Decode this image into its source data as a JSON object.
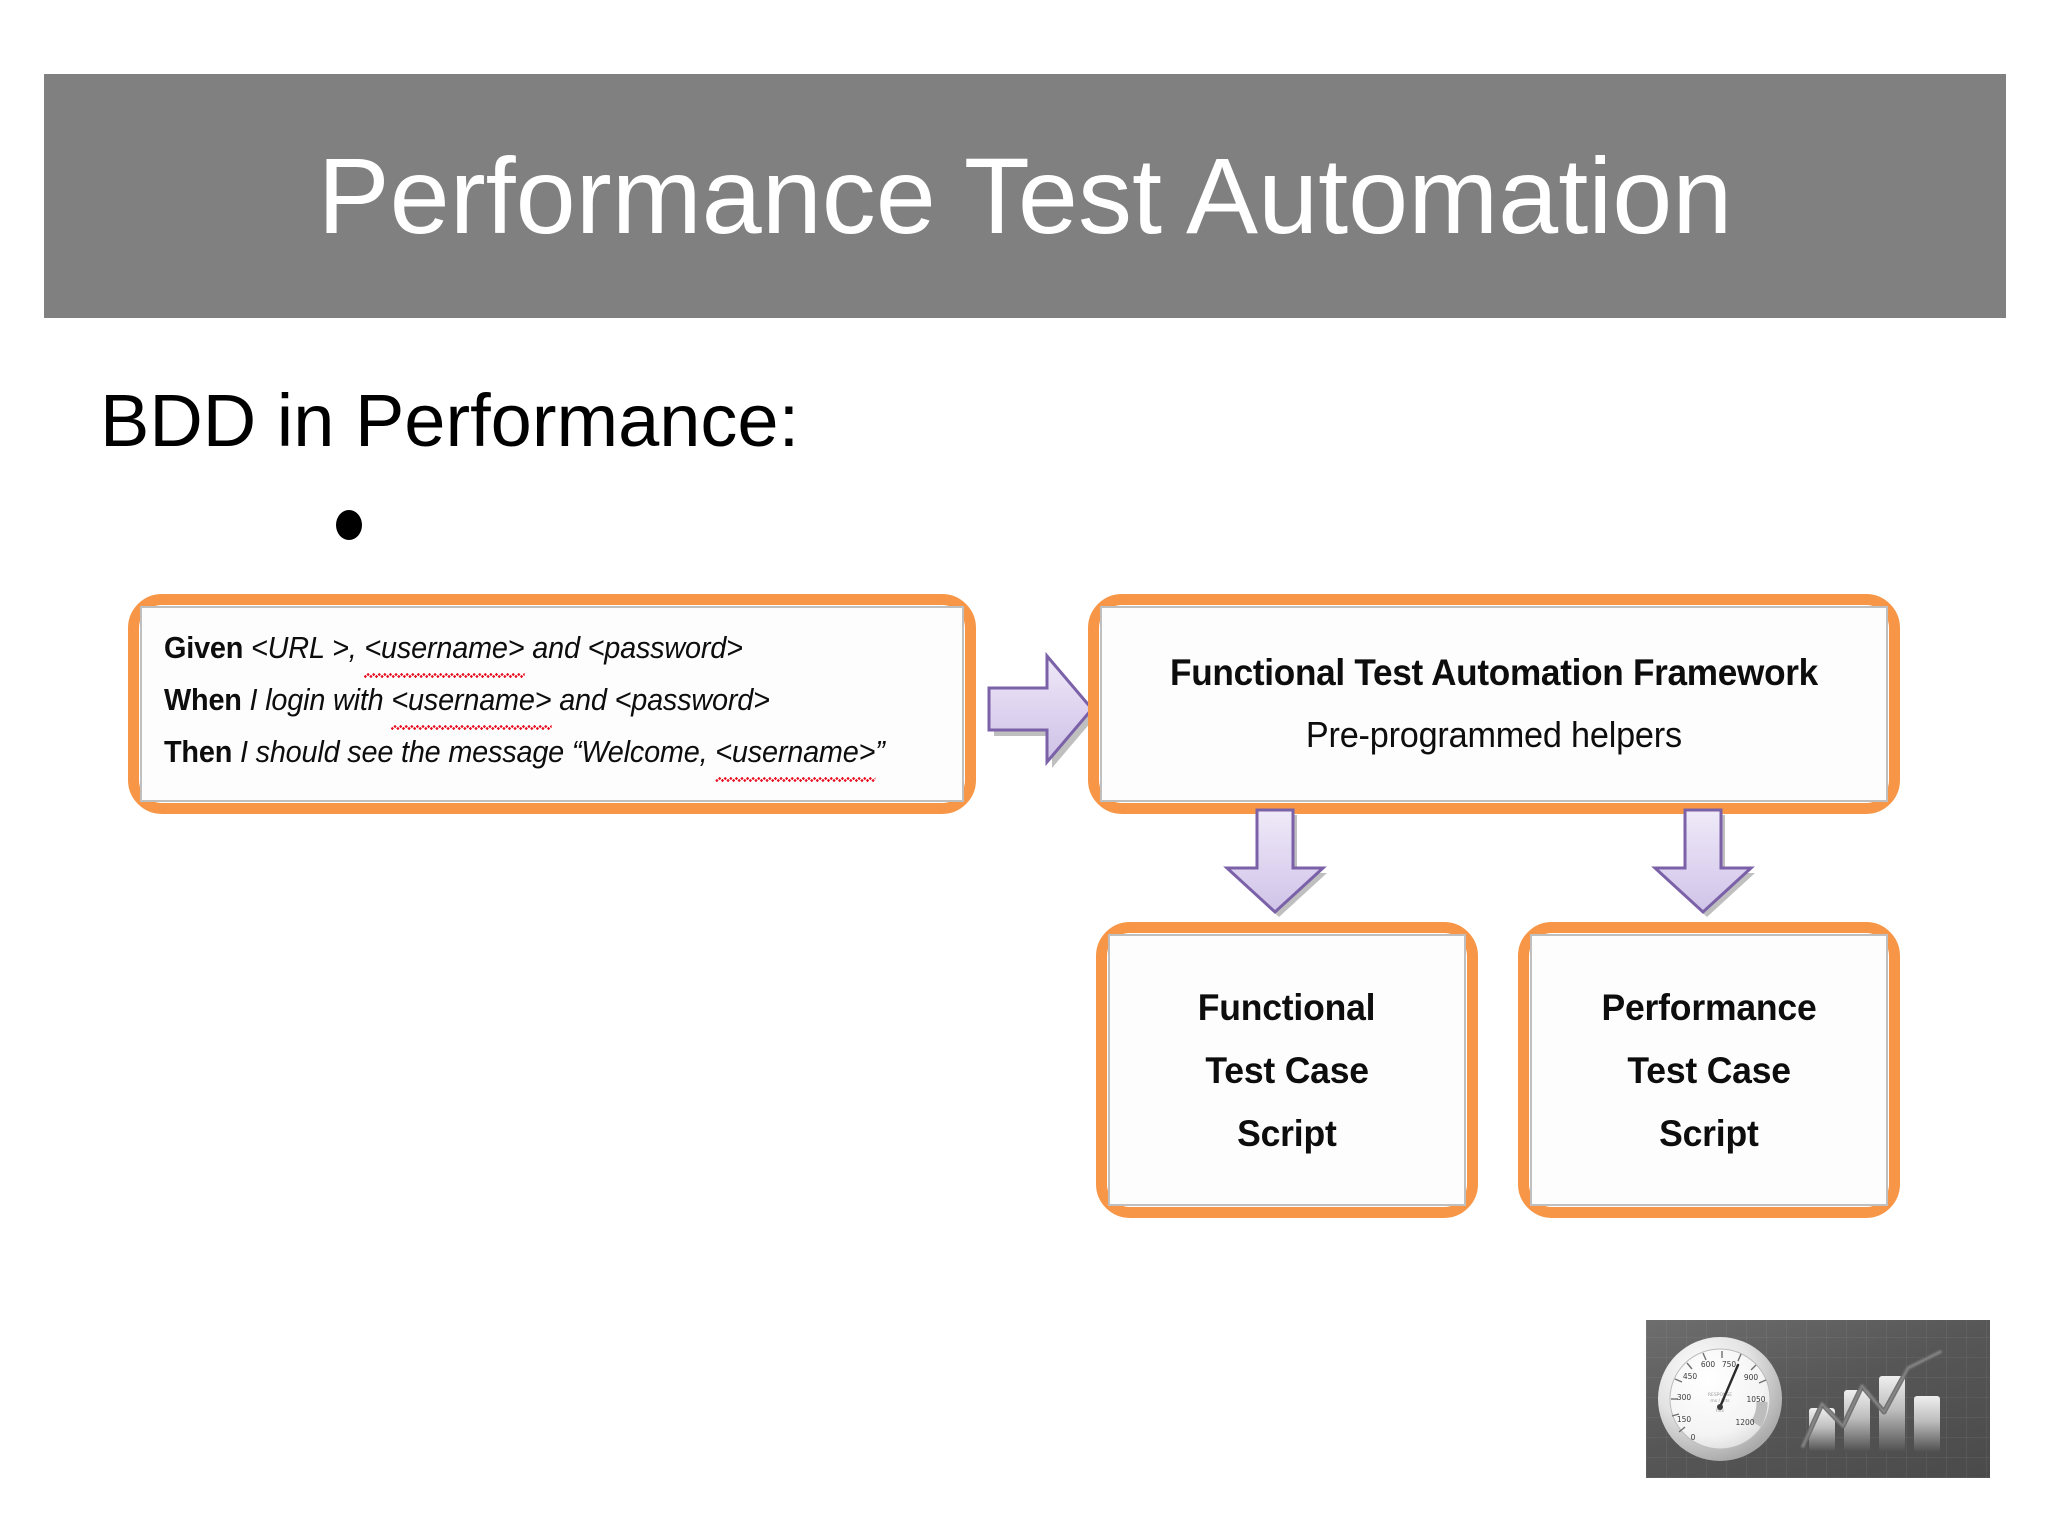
{
  "slide": {
    "title": "Performance Test Automation",
    "subheading": "BDD in Performance:",
    "bullet": "•",
    "colors": {
      "title_band": "#808080",
      "title_text": "#ffffff",
      "card_border_orange": "#F79646",
      "card_inner_border": "#BFBFBF",
      "arrow_fill": "#DFD5F0",
      "arrow_stroke": "#7B61A8",
      "spellcheck_underline": "#E81123",
      "body_text": "#0d0d0d",
      "background": "#ffffff"
    }
  },
  "gherkin": {
    "lines": [
      {
        "keyword": "Given",
        "text": " <URL >, ",
        "underlined": "<username>",
        "tail": " and <password>"
      },
      {
        "keyword": "When",
        "text": " I login with ",
        "underlined": "<username>",
        "tail": " and <password>"
      },
      {
        "keyword": "Then",
        "text": " I should see the message “Welcome, ",
        "underlined": "<username>",
        "tail": "”"
      }
    ]
  },
  "framework": {
    "title": "Functional Test Automation Framework",
    "subtitle": "Pre-programmed helpers"
  },
  "scripts": [
    {
      "lines": [
        "Functional",
        "Test Case",
        "Script"
      ]
    },
    {
      "lines": [
        "Performance",
        "Test Case",
        "Script"
      ]
    }
  ],
  "arrows": [
    {
      "name": "arrow-right-to-framework",
      "direction": "right"
    },
    {
      "name": "arrow-down-to-functional-script",
      "direction": "down"
    },
    {
      "name": "arrow-down-to-performance-script",
      "direction": "down"
    }
  ],
  "gauge_image": {
    "alt": "performance gauge and bar chart graphic",
    "gauge_tick_labels": [
      "0",
      "150",
      "300",
      "450",
      "600",
      "750",
      "900",
      "1050",
      "1200"
    ],
    "bar_count": 4,
    "trend": "upward"
  }
}
